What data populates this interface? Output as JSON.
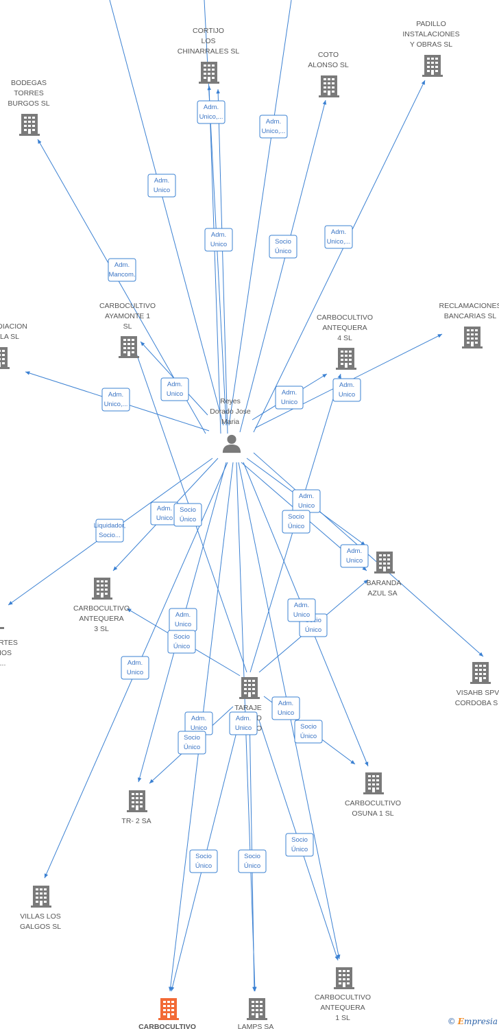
{
  "colors": {
    "edge": "#3a80d2",
    "building": "#7a7a7a",
    "building_highlight": "#f26a35",
    "person": "#7a7a7a"
  },
  "center_person": {
    "icon": "person-icon",
    "label": [
      "Reyes",
      "Dorado Jose",
      "Maria"
    ]
  },
  "companies": [
    {
      "id": "cortijo",
      "label": [
        "CORTIJO",
        "LOS",
        "CHINARRALES SL"
      ]
    },
    {
      "id": "padillo",
      "label": [
        "PADILLO",
        "INSTALACIONES",
        "Y OBRAS SL"
      ]
    },
    {
      "id": "coto",
      "label": [
        "COTO",
        "ALONSO  SL"
      ]
    },
    {
      "id": "bodegas",
      "label": [
        "BODEGAS",
        "TORRES",
        "BURGOS  SL"
      ]
    },
    {
      "id": "ayamonte",
      "label": [
        "CARBOCULTIVO",
        "AYAMONTE 1",
        "SL"
      ]
    },
    {
      "id": "mediacion",
      "label": [
        "DIACION",
        "LA SL"
      ]
    },
    {
      "id": "antequera4",
      "label": [
        "CARBOCULTIVO",
        "ANTEQUERA",
        "4  SL"
      ]
    },
    {
      "id": "reclamaciones",
      "label": [
        "RECLAMACIONES",
        "BANCARIAS  SL"
      ]
    },
    {
      "id": "baranda",
      "label": [
        "BARANDA",
        "AZUL SA"
      ]
    },
    {
      "id": "visahb",
      "label": [
        "VISAHB SPV",
        "CORDOBA  S"
      ]
    },
    {
      "id": "antequera3",
      "label": [
        "CARBOCULTIVO",
        "ANTEQUERA",
        "3  SL"
      ]
    },
    {
      "id": "leftpartial",
      "label": [
        "RTES",
        "IOS",
        "..."
      ]
    },
    {
      "id": "taraje",
      "label": [
        "TARAJE",
        "D",
        "O"
      ]
    },
    {
      "id": "tr2",
      "label": [
        "TR- 2 SA"
      ]
    },
    {
      "id": "osuna",
      "label": [
        "CARBOCULTIVO",
        "OSUNA 1  SL"
      ]
    },
    {
      "id": "villas",
      "label": [
        "VILLAS LOS",
        "GALGOS SL"
      ]
    },
    {
      "id": "carbobottom",
      "label": [
        "CARBOCULTIVO"
      ]
    },
    {
      "id": "lamps",
      "label": [
        "LAMPS SA"
      ]
    },
    {
      "id": "antequera1",
      "label": [
        "CARBOCULTIVO",
        "ANTEQUERA",
        "1  SL"
      ]
    }
  ],
  "relations": [
    {
      "id": "r-cortijo",
      "label": [
        "Adm.",
        "Unico,..."
      ]
    },
    {
      "id": "r-topleft",
      "label": [
        "Adm.",
        "Unico"
      ]
    },
    {
      "id": "r-topright",
      "label": [
        "Adm.",
        "Unico,..."
      ]
    },
    {
      "id": "r-cortijo2",
      "label": [
        "Adm.",
        "Unico"
      ]
    },
    {
      "id": "r-coto",
      "label": [
        "Socio",
        "Único"
      ]
    },
    {
      "id": "r-padillo",
      "label": [
        "Adm.",
        "Unico,..."
      ]
    },
    {
      "id": "r-bodegas",
      "label": [
        "Adm.",
        "Mancom."
      ]
    },
    {
      "id": "r-ayamonte",
      "label": [
        "Adm.",
        "Unico"
      ]
    },
    {
      "id": "r-mediacion",
      "label": [
        "Adm.",
        "Unico,..."
      ]
    },
    {
      "id": "r-antequera4",
      "label": [
        "Adm.",
        "Unico"
      ]
    },
    {
      "id": "r-reclamaciones",
      "label": [
        "Adm.",
        "Unico"
      ]
    },
    {
      "id": "r-leftpartial",
      "label": [
        "Liquidador,",
        "Socio..."
      ]
    },
    {
      "id": "r-antequera3a",
      "label": [
        "Adm.",
        "Unico"
      ]
    },
    {
      "id": "r-socio-mid",
      "label": [
        "Socio",
        "Único"
      ]
    },
    {
      "id": "r-baranda1",
      "label": [
        "Adm.",
        "Unico"
      ]
    },
    {
      "id": "r-taraje-a4",
      "label": [
        "Socio",
        "Único"
      ]
    },
    {
      "id": "r-visahb",
      "label": [
        "Adm.",
        "Unico"
      ]
    },
    {
      "id": "r-villas",
      "label": [
        "Adm.",
        "Unico"
      ]
    },
    {
      "id": "r-taraje-a3a",
      "label": [
        "Adm.",
        "Unico"
      ]
    },
    {
      "id": "r-taraje-a3b",
      "label": [
        "Socio",
        "Único"
      ]
    },
    {
      "id": "r-baranda-socio",
      "label": [
        "Socio",
        "Único"
      ]
    },
    {
      "id": "r-baranda2",
      "label": [
        "Adm.",
        "Unico"
      ]
    },
    {
      "id": "r-tr2a",
      "label": [
        "Adm.",
        "Unico"
      ]
    },
    {
      "id": "r-tr2b",
      "label": [
        "Socio",
        "Único"
      ]
    },
    {
      "id": "r-lamps-a",
      "label": [
        "Adm.",
        "Unico"
      ]
    },
    {
      "id": "r-osuna-a",
      "label": [
        "Adm.",
        "Unico"
      ]
    },
    {
      "id": "r-osuna-b",
      "label": [
        "Socio",
        "Único"
      ]
    },
    {
      "id": "r-carbob",
      "label": [
        "Socio",
        "Único"
      ]
    },
    {
      "id": "r-lamps-b",
      "label": [
        "Socio",
        "Único"
      ]
    },
    {
      "id": "r-ant1",
      "label": [
        "Socio",
        "Único"
      ]
    }
  ],
  "watermark": {
    "symbol": "©",
    "brand_first": "E",
    "brand_rest": "mpresia"
  }
}
